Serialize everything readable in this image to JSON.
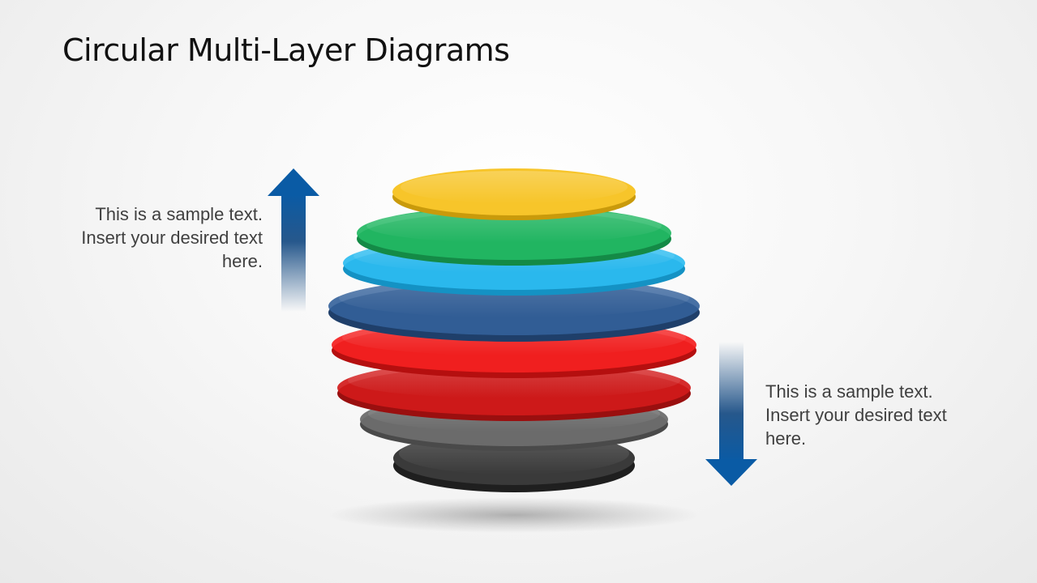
{
  "slide": {
    "title": "Circular Multi-Layer Diagrams"
  },
  "captions": {
    "left": {
      "lines": [
        "This is a sample text.",
        "Insert your desired text",
        "here."
      ]
    },
    "right": {
      "lines": [
        "This is a sample text.",
        "Insert your desired text",
        "here."
      ]
    }
  },
  "arrows": {
    "left": {
      "direction": "up",
      "color": "#0a5ba5"
    },
    "right": {
      "direction": "down",
      "color": "#0a5ba5"
    }
  },
  "layers": [
    {
      "name": "yellow",
      "color": "#f5c21b"
    },
    {
      "name": "green",
      "color": "#1db35c"
    },
    {
      "name": "light-blue",
      "color": "#1fb4ea"
    },
    {
      "name": "dark-blue",
      "color": "#2f5a92"
    },
    {
      "name": "red",
      "color": "#f01a1a"
    },
    {
      "name": "dark-red",
      "color": "#d41717"
    },
    {
      "name": "gray",
      "color": "#5e5e5e"
    },
    {
      "name": "dark-gray",
      "color": "#2f2f2f"
    }
  ]
}
